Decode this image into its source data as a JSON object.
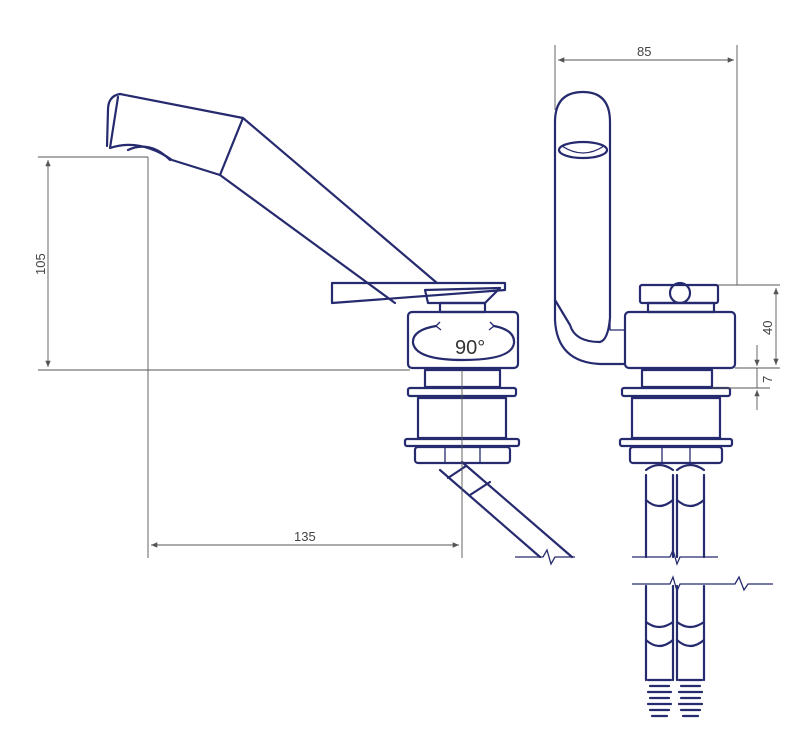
{
  "dimensions": {
    "spout_height": "105",
    "spout_reach": "135",
    "total_width": "85",
    "body_height": "40",
    "flange_gap": "7"
  },
  "rotation_label": "90°",
  "colors": {
    "line": "#262a6e",
    "dimension": "#555555"
  }
}
